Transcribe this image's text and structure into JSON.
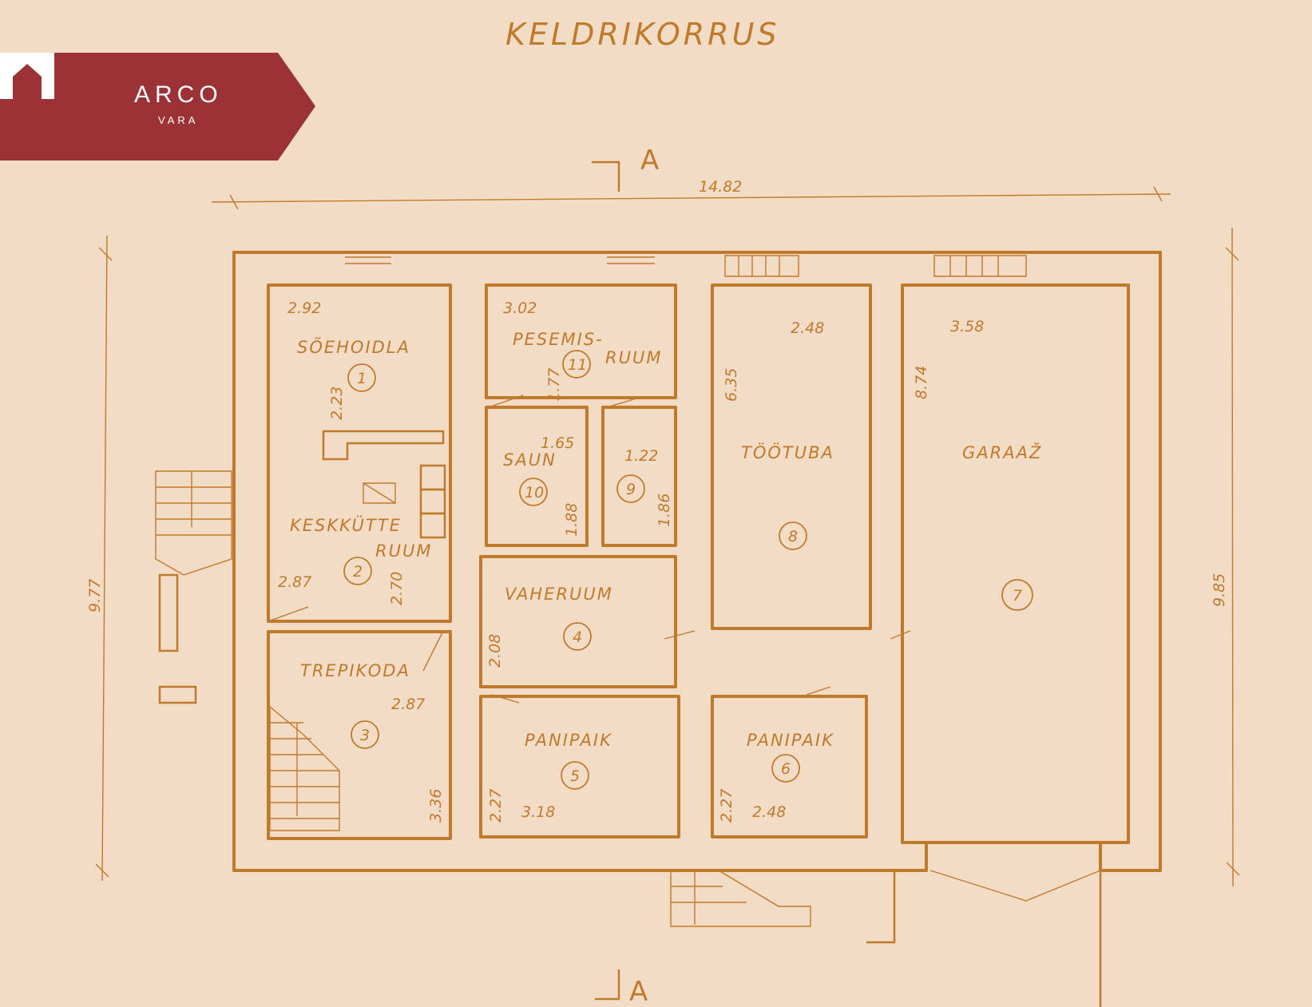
{
  "brand": {
    "name": "ARCO",
    "sub": "VARA",
    "color": "#9b3236"
  },
  "plan": {
    "title": "KELDRIKORRUS",
    "section_marks": [
      "A",
      "A"
    ],
    "overall_dims": {
      "width": "14.82",
      "left_height": "9.77",
      "right_height": "9.85"
    },
    "rooms": [
      {
        "number": "1",
        "name": "SÕEHOIDLA",
        "dims": [
          "2.92",
          "2.23"
        ]
      },
      {
        "number": "2",
        "name": "KESKKÜTTE",
        "name2": "RUUM",
        "dims": [
          "2.87",
          "2.70"
        ]
      },
      {
        "number": "3",
        "name": "TREPIKODA",
        "dims": [
          "2.87",
          "3.36"
        ]
      },
      {
        "number": "4",
        "name": "VAHERUUM",
        "dims": [
          "2.08"
        ]
      },
      {
        "number": "5",
        "name": "PANIPAIK",
        "dims": [
          "2.27",
          "3.18"
        ]
      },
      {
        "number": "6",
        "name": "PANIPAIK",
        "dims": [
          "2.27",
          "2.48"
        ]
      },
      {
        "number": "7",
        "name": "GARAAŽ",
        "dims": [
          "3.58",
          "8.74"
        ]
      },
      {
        "number": "8",
        "name": "TÖÖTUBA",
        "dims": [
          "2.48",
          "6.35"
        ]
      },
      {
        "number": "9",
        "dims": [
          "1.22",
          "1.86"
        ]
      },
      {
        "number": "10",
        "name": "SAUN",
        "dims": [
          "1.65",
          "1.88"
        ]
      },
      {
        "number": "11",
        "name": "PESEMIS-",
        "name2": "RUUM",
        "dims": [
          "3.02",
          "1.77"
        ]
      }
    ]
  }
}
